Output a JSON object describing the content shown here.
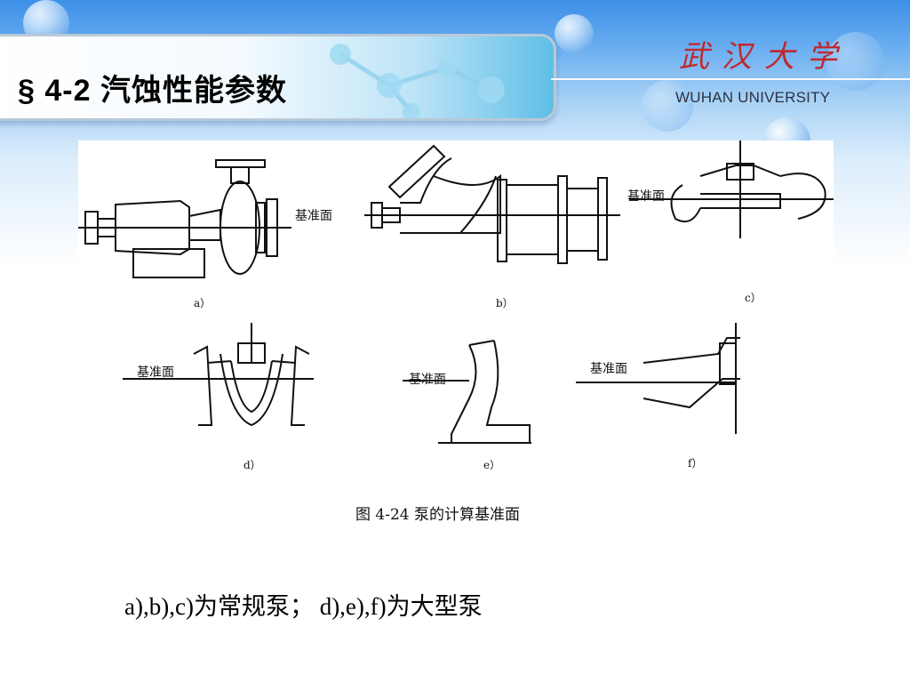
{
  "slide": {
    "title": "§  4-2 汽蚀性能参数",
    "logo_cn": "武汉大学",
    "logo_en": "WUHAN UNIVERSITY"
  },
  "figure": {
    "datum_label": "基准面",
    "subfigures": [
      "a）",
      "b）",
      "c）",
      "d）",
      "e）",
      "f）"
    ],
    "caption": "图 4-24   泵的计算基准面"
  },
  "note": "a),b),c)为常规泵；  d),e),f)为大型泵",
  "colors": {
    "logo_red": "#c0282e",
    "background_blue": "#3d8fe8"
  }
}
